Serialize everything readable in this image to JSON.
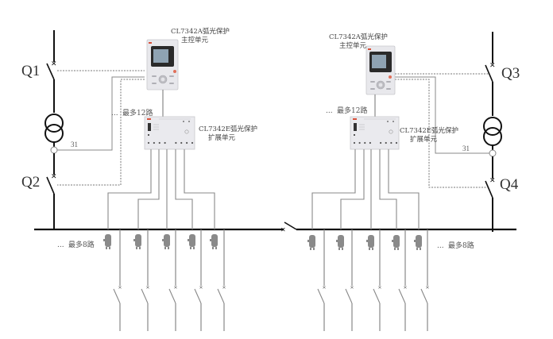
{
  "diagram": {
    "title": "Arc flash protection system wiring diagram",
    "left_section": {
      "breakers": [
        {
          "id": "q1",
          "label": "Q1"
        },
        {
          "id": "q2",
          "label": "Q2"
        }
      ],
      "ct_label": "31",
      "main_unit": {
        "line1": "CL7342A弧光保护",
        "line2": "主控单元"
      },
      "expansion_unit": {
        "line1": "CL7342E弧光保护",
        "line2": "扩展单元"
      },
      "max_expansion_note": "最多12路",
      "max_sensor_note": "最多8路",
      "sensor_count_shown": 5,
      "feeder_count_shown": 5
    },
    "right_section": {
      "breakers": [
        {
          "id": "q3",
          "label": "Q3"
        },
        {
          "id": "q4",
          "label": "Q4"
        }
      ],
      "ct_label": "31",
      "main_unit": {
        "line1": "CL7342A弧光保护",
        "line2": "主控单元"
      },
      "expansion_unit": {
        "line1": "CL7342E弧光保护",
        "line2": "扩展单元"
      },
      "max_expansion_note": "最多12路",
      "max_sensor_note": "最多8路",
      "sensor_count_shown": 5,
      "feeder_count_shown": 5
    },
    "ellipsis": "...",
    "colors": {
      "primary_line": "#111111",
      "signal_line": "#7a7a7a",
      "dashed_line": "#777777",
      "device_body": "#e9e9ec",
      "device_screen": "#2a2a2a",
      "sensor": "#8a8a8a",
      "accent": "#d8503a"
    }
  }
}
